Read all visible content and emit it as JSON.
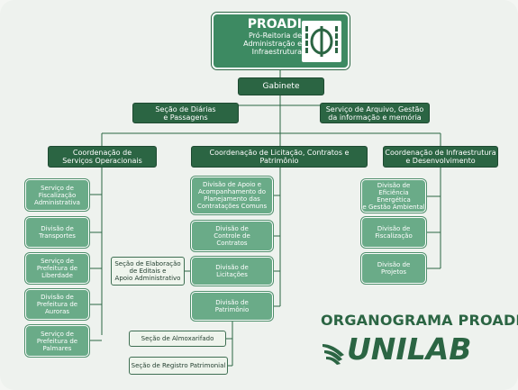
{
  "header": {
    "title": "PROADI",
    "subtitle": "Pró-Reitoria de\nAdministração e\nInfraestrutura"
  },
  "gabinete": "Gabinete",
  "staff": {
    "diarias": "Seção de Diárias\ne Passagens",
    "arquivo": "Serviço de Arquivo, Gestão\nda informação e memória"
  },
  "coordinations": {
    "operacionais": "Coordenação de\nServiços Operacionais",
    "licitacao": "Coordenação de Licitação, Contratos e Patrimônio",
    "infraestrutura": "Coordenação de Infraestrutura\ne Desenvolvimento"
  },
  "operacionais_units": [
    "Serviço de\nFiscalização\nAdministrativa",
    "Divisão de\nTransportes",
    "Serviço de\nPrefeitura de\nLiberdade",
    "Divisão de\nPrefeitura de\nAuroras",
    "Serviço de\nPrefeitura de\nPalmares"
  ],
  "licitacao_units": [
    "Divisão de Apoio e\nAcompanhamento do\nPlanejamento das\nContratações Comuns",
    "Divisão de\nControle de\nContratos",
    "Divisão de\nLicitações",
    "Divisão de\nPatrimônio"
  ],
  "licitacao_sections": {
    "editais": "Seção de Elaboração\nde Editais e\nApoio Administrativo",
    "almoxarifado": "Seção de Almoxarifado",
    "registro": "Seção de Registro Patrimonial"
  },
  "infra_units": [
    "Divisão de\nEficiência Energética\ne Gestão Ambiental",
    "Divisão de\nFiscalização",
    "Divisão de\nProjetos"
  ],
  "footer": {
    "title": "ORGANOGRAMA PROADI",
    "brand": "UNILAB"
  },
  "colors": {
    "dark_green": "#2b6543",
    "medium_green": "#6aab88",
    "light_box": "#eef4ec",
    "background": "#eef2ee"
  }
}
